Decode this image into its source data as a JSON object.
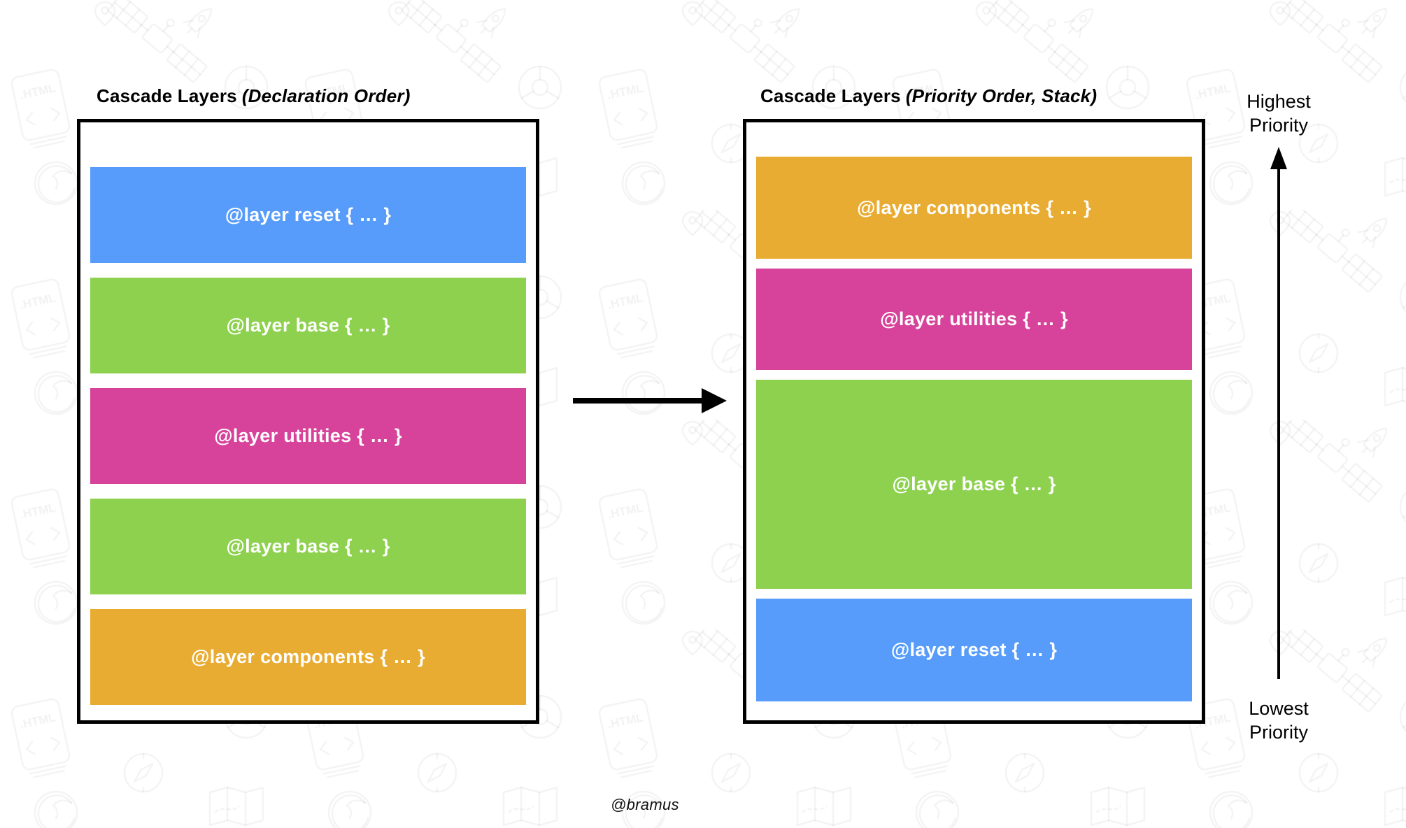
{
  "titles": {
    "left": {
      "main": "Cascade Layers",
      "note": "(Declaration Order)"
    },
    "right": {
      "main": "Cascade Layers",
      "note": "(Priority Order, Stack)"
    }
  },
  "panels": {
    "declaration_order": {
      "bars": [
        {
          "label": "@layer reset { … }",
          "color": "#579CFA"
        },
        {
          "label": "@layer base { … }",
          "color": "#8DD14E"
        },
        {
          "label": "@layer utilities { … }",
          "color": "#D7439B"
        },
        {
          "label": "@layer base { … }",
          "color": "#8DD14E"
        },
        {
          "label": "@layer components { … }",
          "color": "#E9AC32"
        }
      ]
    },
    "priority_order": {
      "bars": [
        {
          "label": "@layer components { … }",
          "color": "#E9AC32"
        },
        {
          "label": "@layer utilities { … }",
          "color": "#D7439B"
        },
        {
          "label": "@layer base { … }",
          "color": "#8DD14E"
        },
        {
          "label": "@layer reset { … }",
          "color": "#579CFA"
        }
      ]
    }
  },
  "axis": {
    "highest": "Highest Priority",
    "lowest": "Lowest Priority"
  },
  "credit": "@bramus",
  "colors": {
    "blue": "#579CFA",
    "green": "#8DD14E",
    "pink": "#D7439B",
    "orange": "#E9AC32",
    "ink": "#000000",
    "background": "#FFFFFF"
  },
  "watermark_icons": [
    "satellite-icon",
    "html-file-icon",
    "chrome-icon",
    "firefox-icon",
    "compass-icon",
    "map-icon",
    "map-pin-icon",
    "rocket-icon"
  ]
}
